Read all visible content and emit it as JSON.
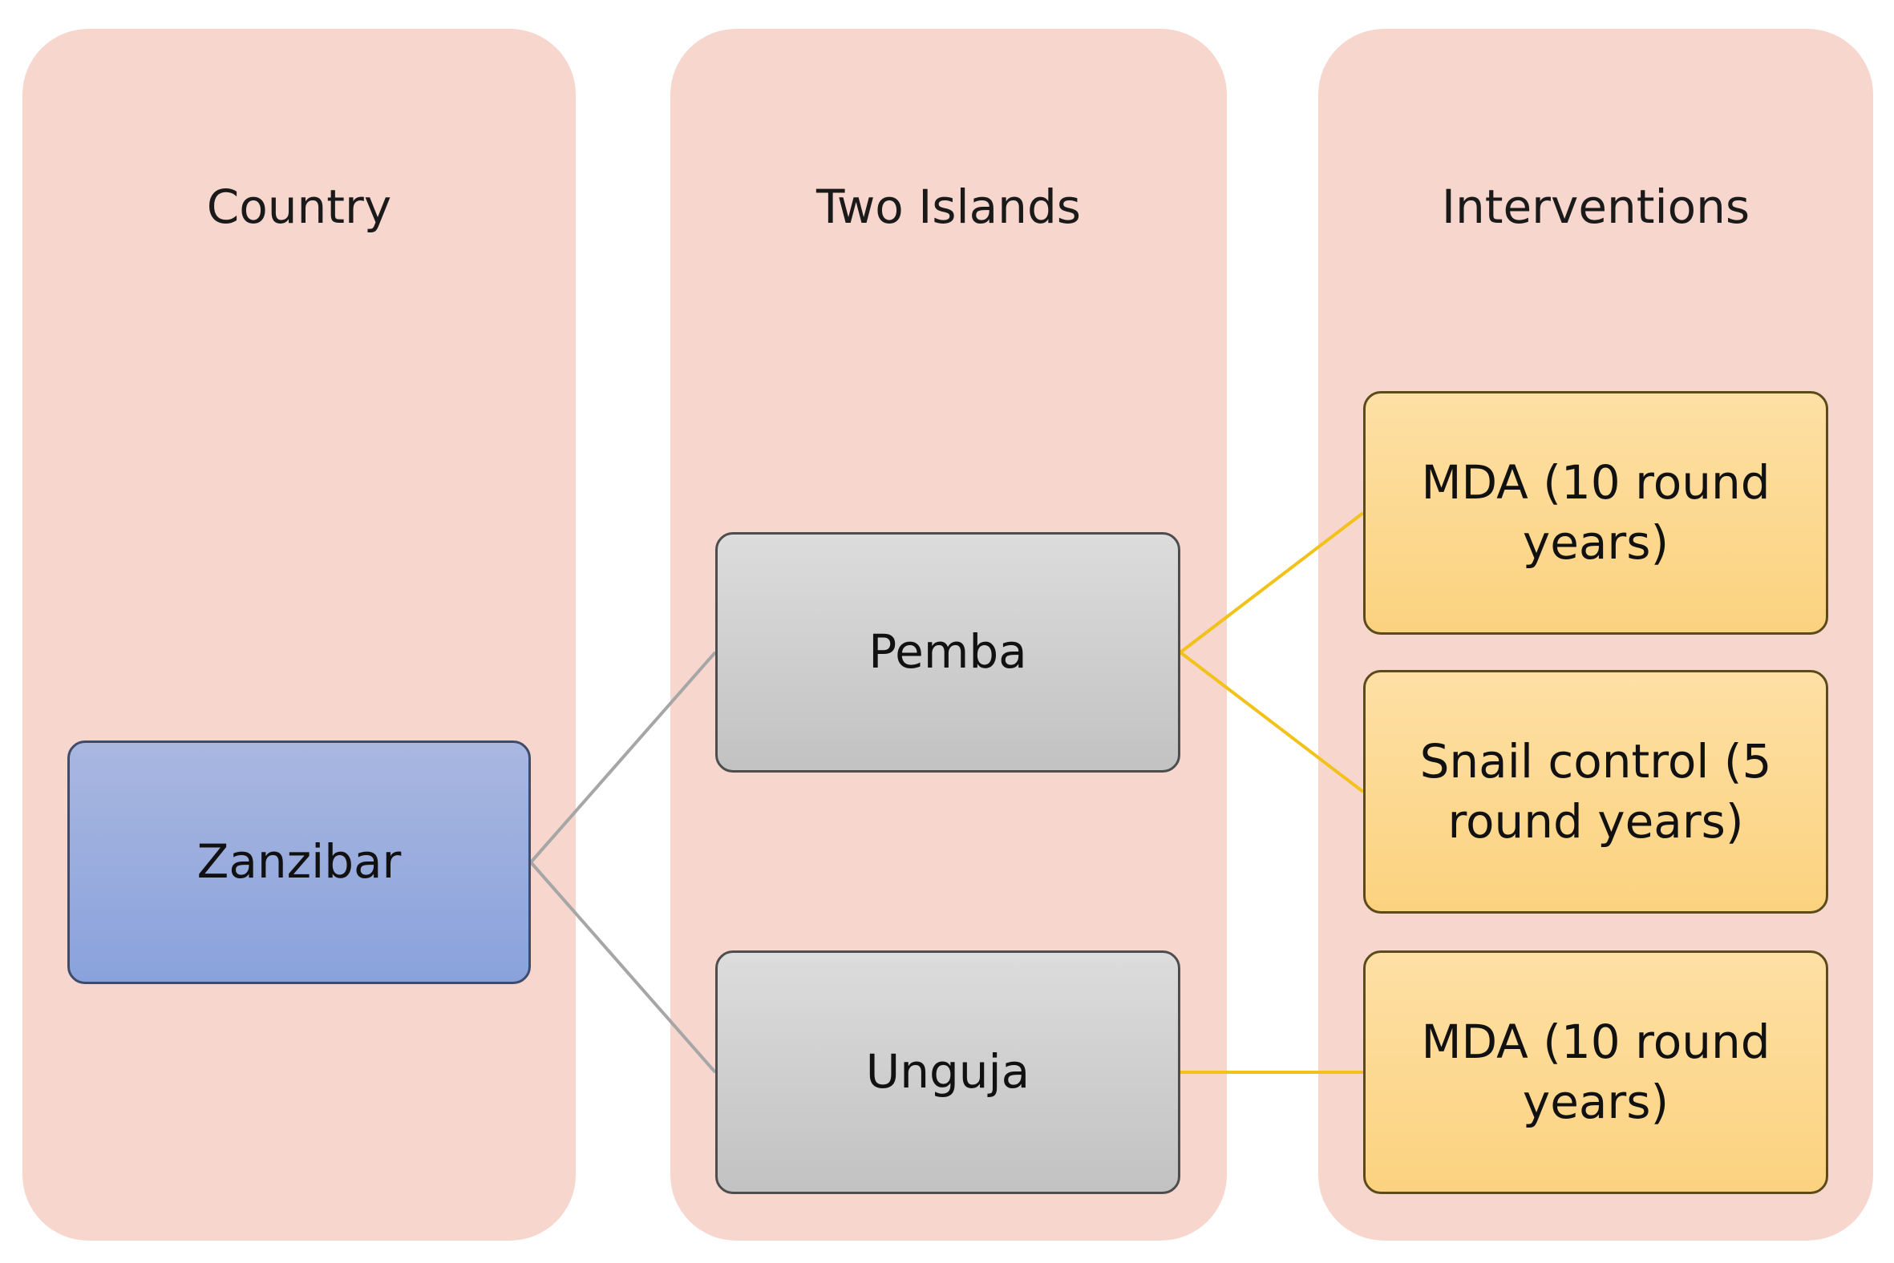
{
  "columns": {
    "country": "Country",
    "islands": "Two Islands",
    "interventions": "Interventions"
  },
  "nodes": {
    "zanzibar": "Zanzibar",
    "pemba": "Pemba",
    "unguja": "Unguja",
    "mda_pemba": "MDA (10 round years)",
    "snail_control": "Snail control (5 round years)",
    "mda_unguja": "MDA (10 round years)"
  },
  "colors": {
    "column_bg": "#f6d6cd",
    "country_node": "#94a9de",
    "island_node": "#c9c9c9",
    "intervention_node": "#fcd890",
    "gray_connector": "#a6a6a6",
    "gold_connector": "#f2c21a"
  }
}
